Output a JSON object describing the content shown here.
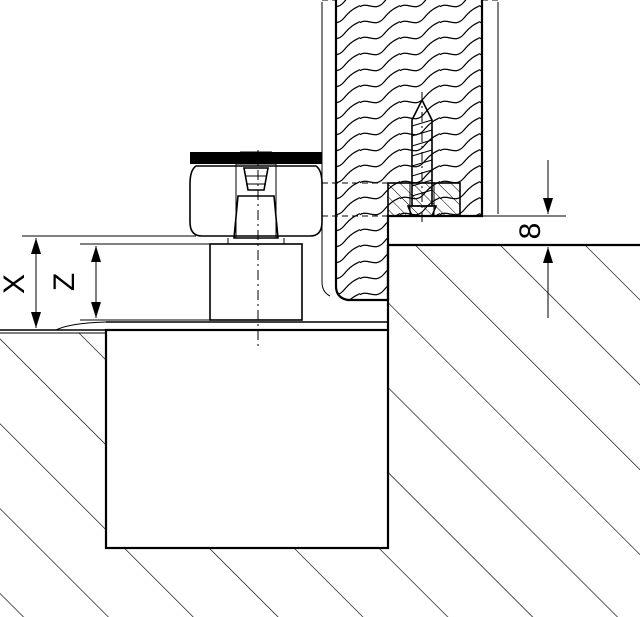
{
  "labels": {
    "x": "X",
    "z": "Z",
    "gap": "8"
  },
  "colors": {
    "line": "#000000",
    "background": "#ffffff"
  }
}
